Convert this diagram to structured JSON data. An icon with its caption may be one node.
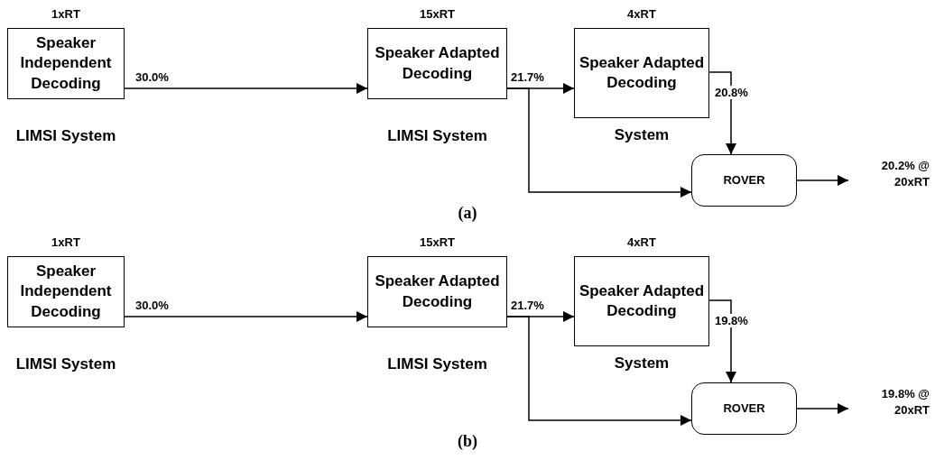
{
  "diagram": {
    "nodes": [
      {
        "text": [
          "Speaker Independent Decoding"
        ],
        "beside": [
          "1xRT",
          "LIMSI System"
        ]
      },
      {
        "text": [
          "Speaker Adapted Decoding"
        ],
        "beside": [
          "15xRT",
          "LIMSI System"
        ]
      },
      {
        "text": [
          "Speaker Adapted Decoding"
        ],
        "beside": [
          "4xRT",
          "System"
        ]
      },
      {
        "text": [
          "ROVER"
        ]
      },
      {
        "text": [
          "20.2% @ 20xRT"
        ]
      },
      {
        "text": [
          "Speaker Independent Decoding"
        ],
        "beside": [
          "1xRT",
          "LIMSI System"
        ]
      },
      {
        "text": [
          "Speaker Adapted Decoding"
        ],
        "beside": [
          "15xRT",
          "LIMSI System"
        ]
      },
      {
        "text": [
          "Speaker Adapted Decoding"
        ],
        "beside": [
          "4xRT",
          "System"
        ]
      },
      {
        "text": [
          "ROVER"
        ]
      },
      {
        "text": [
          "19.8% @ 20xRT"
        ]
      }
    ],
    "edges": [
      {
        "from": 0,
        "to": 1,
        "arrow": "to",
        "label": "30.0%"
      },
      {
        "from": 1,
        "to": 2,
        "arrow": "to",
        "label": "21.7%"
      },
      {
        "from": 1,
        "to": 3,
        "arrow": "to"
      },
      {
        "from": 2,
        "to": 3,
        "arrow": "to",
        "label": "20.8%"
      },
      {
        "from": 3,
        "to": 4,
        "arrow": "to"
      },
      {
        "from": 5,
        "to": 6,
        "arrow": "to",
        "label": "30.0%"
      },
      {
        "from": 6,
        "to": 7,
        "arrow": "to",
        "label": "21.7%"
      },
      {
        "from": 6,
        "to": 8,
        "arrow": "to"
      },
      {
        "from": 7,
        "to": 8,
        "arrow": "to",
        "label": "19.8%"
      },
      {
        "from": 8,
        "to": 9,
        "arrow": "to"
      }
    ],
    "labels": [
      "(a)",
      "(b)"
    ]
  }
}
